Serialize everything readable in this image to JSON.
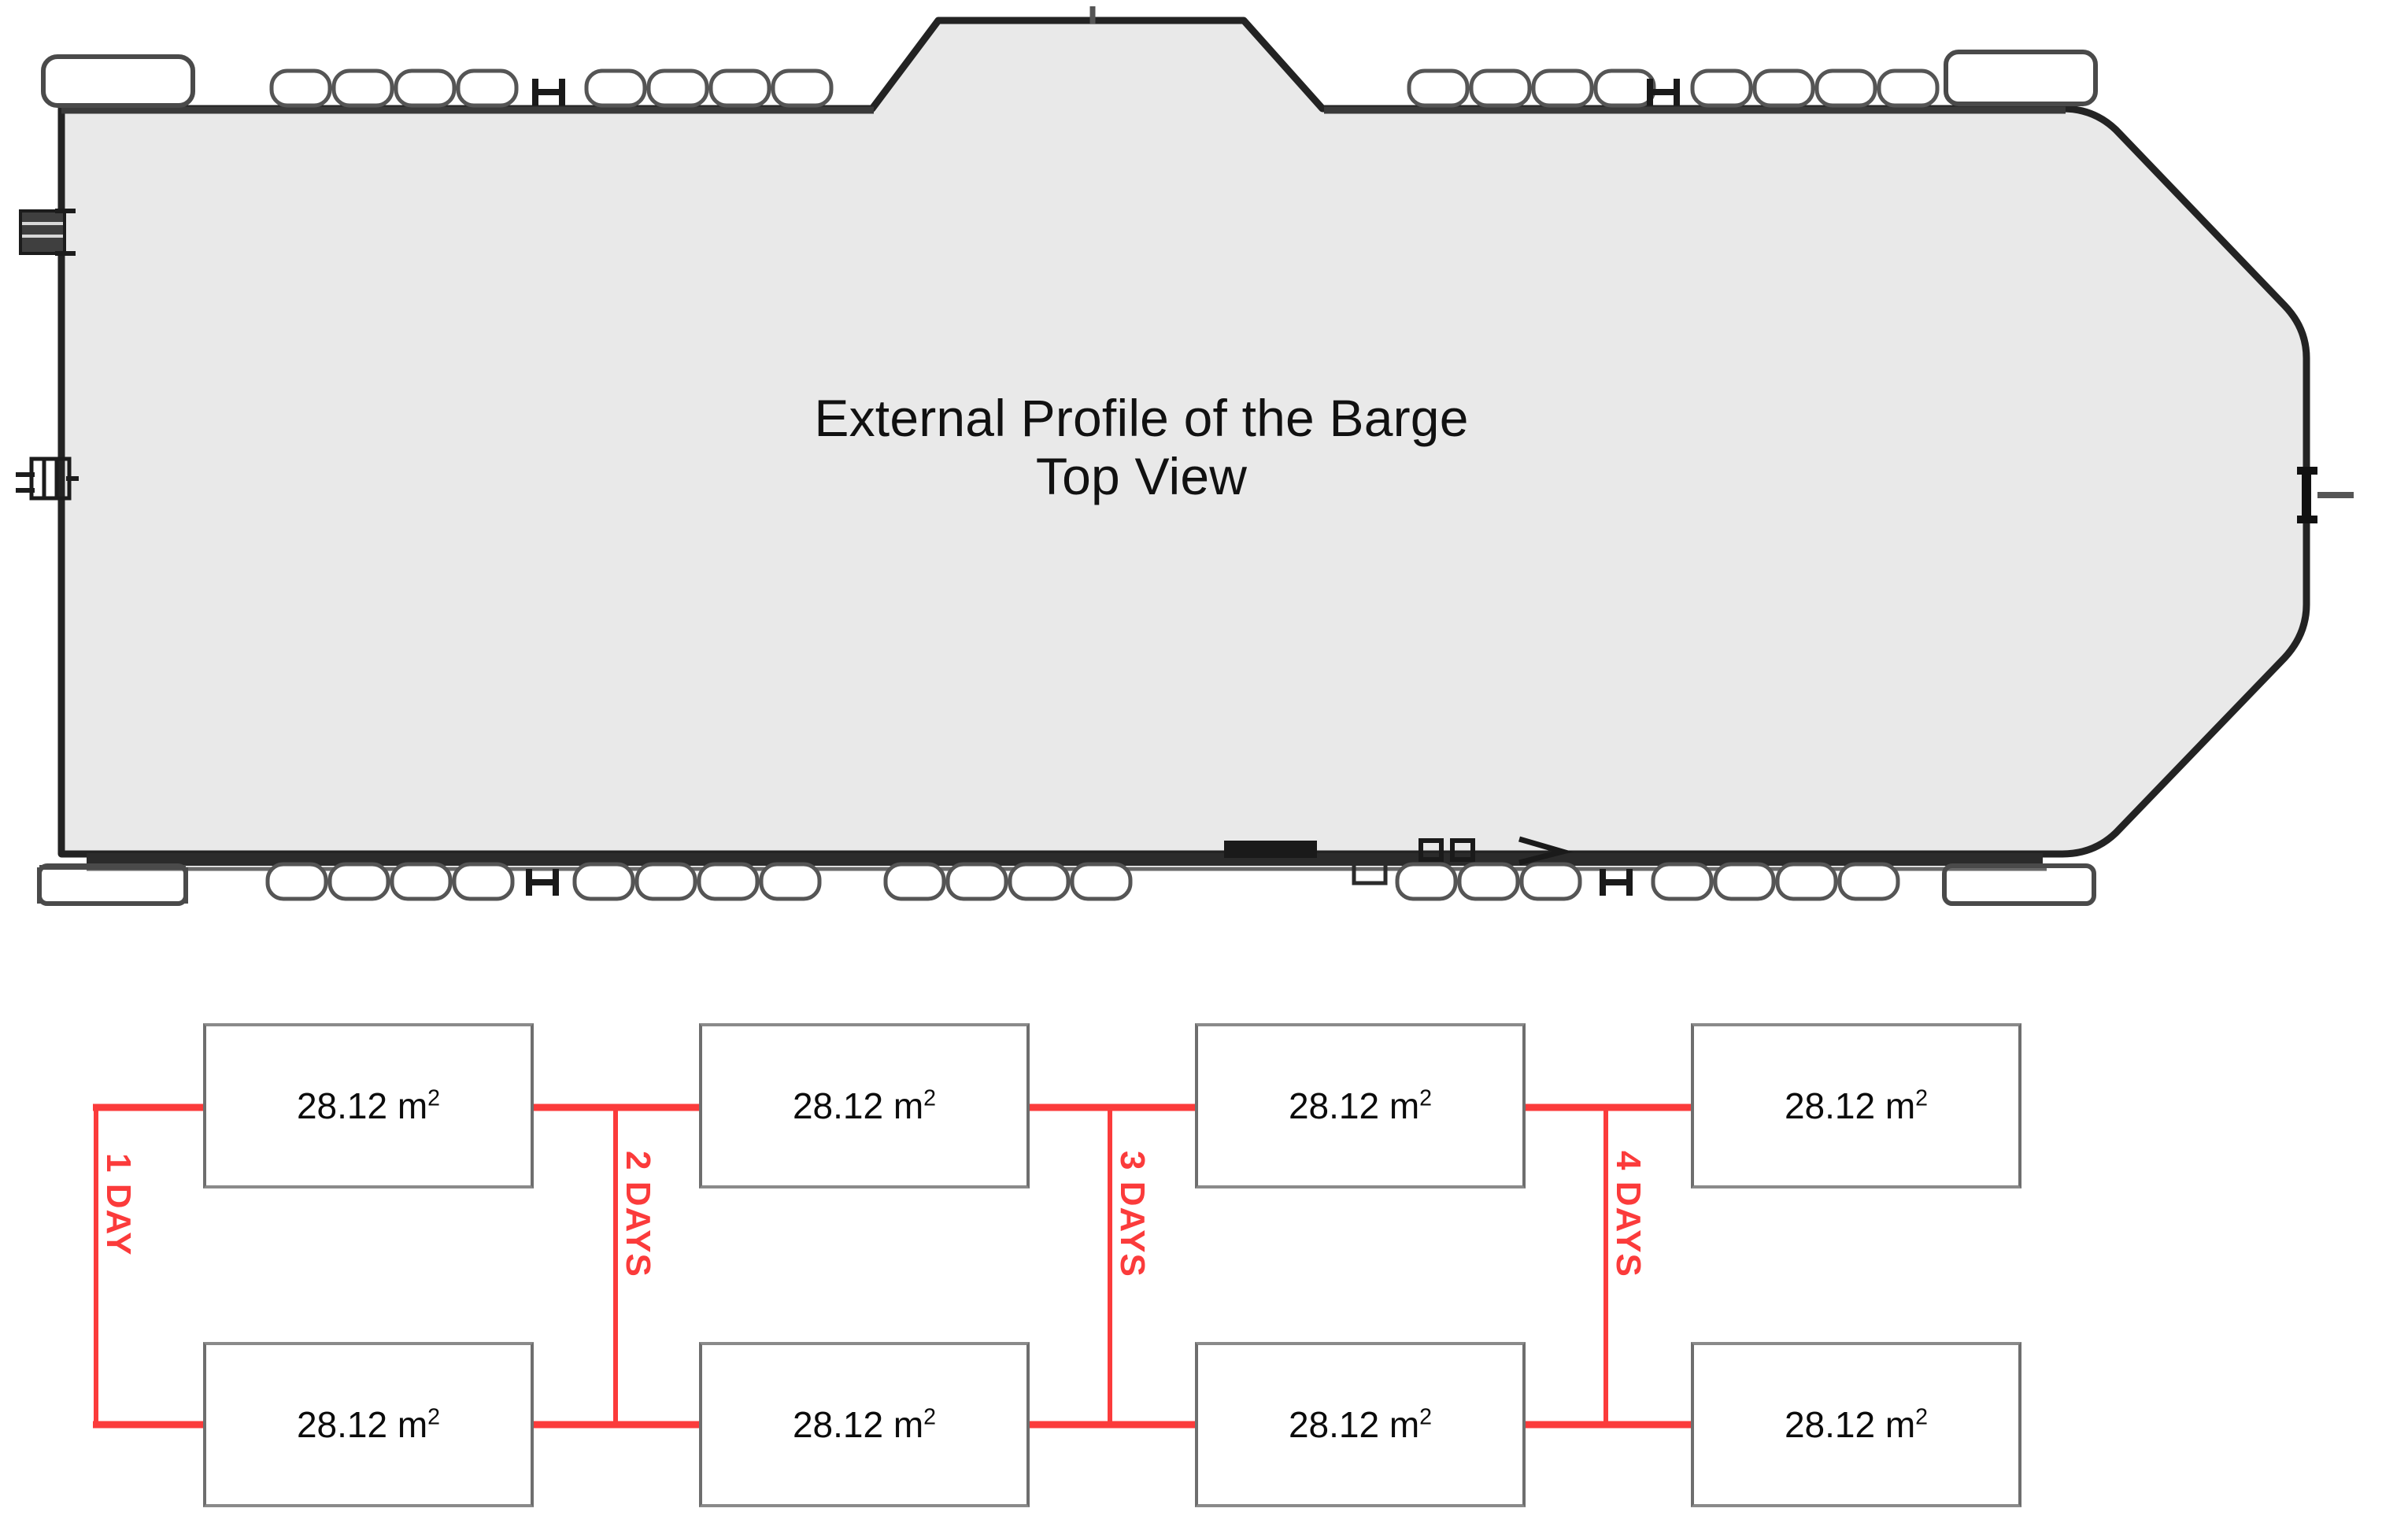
{
  "barge": {
    "title_line1": "External Profile of the Barge",
    "title_line2": "Top View",
    "hull_fill": "#e9e9e9",
    "hull_stroke": "#232323",
    "deck_fitting_stroke": "#555555",
    "deck_fitting_fill": "#ffffff",
    "fittings": {
      "mooring_platform_stern_top": "large-rounded-rectangle",
      "mooring_platform_bow_top": "large-rounded-rectangle",
      "mooring_platform_stern_bottom": "large-rounded-rectangle",
      "mooring_platform_bow_bottom": "large-rounded-rectangle",
      "fender_shape": "rounded-rectangle",
      "bitt_shape": "h-shaped-bitt",
      "winch_stern_upper": "dark-block-fitting",
      "winch_stern_lower": "dark-grid-fitting",
      "bow_tip_fitting": "bow-bitt",
      "mast": "antenna-mast"
    }
  },
  "flow": {
    "area_value": "28.12 m",
    "area_exponent": "2",
    "connector_color": "#fb3b3b",
    "box_border_color": "#6e6e6e",
    "top_row": [
      {
        "label": "28.12 m",
        "exp": "2"
      },
      {
        "label": "28.12 m",
        "exp": "2"
      },
      {
        "label": "28.12 m",
        "exp": "2"
      },
      {
        "label": "28.12 m",
        "exp": "2"
      }
    ],
    "bottom_row": [
      {
        "label": "28.12 m",
        "exp": "2"
      },
      {
        "label": "28.12 m",
        "exp": "2"
      },
      {
        "label": "28.12 m",
        "exp": "2"
      },
      {
        "label": "28.12 m",
        "exp": "2"
      }
    ],
    "connectors": [
      {
        "label": "1 DAY"
      },
      {
        "label": "2 DAYS"
      },
      {
        "label": "3 DAYS"
      },
      {
        "label": "4 DAYS"
      }
    ]
  }
}
